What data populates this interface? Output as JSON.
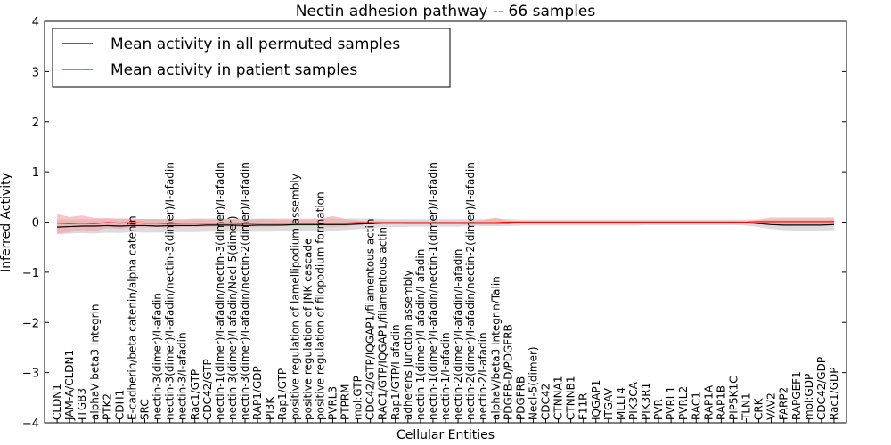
{
  "chart_data": {
    "type": "line",
    "title": "Nectin adhesion pathway -- 66 samples",
    "xlabel": "Cellular Entities",
    "ylabel": "Inferred Activity",
    "ylim": [
      -4,
      4
    ],
    "yticks": [
      -4,
      -3,
      -2,
      -1,
      0,
      1,
      2,
      3,
      4
    ],
    "ytick_labels": [
      "−4",
      "−3",
      "−2",
      "−1",
      "0",
      "1",
      "2",
      "3",
      "4"
    ],
    "grid": false,
    "legend_position": "top-left",
    "categories": [
      "CLDN1",
      "JAM-A/CLDN1",
      "ITGB3",
      "alphaV beta3 Integrin",
      "PTK2",
      "CDH1",
      "E-cadherin/beta catenin/alpha catenin",
      "SRC",
      "nectin-3(dimer)/I-afadin",
      "nectin-3(dimer)/I-afadin/nectin-3(dimer)/I-afadin",
      "nectin-3/I-afadin",
      "Rac1/GTP",
      "CDC42/GTP",
      "nectin-1(dimer)/I-afadin/nectin-3(dimer)/I-afadin",
      "nectin-3(dimer)/I-afadin/Necl-5(dimer)",
      "nectin-3(dimer)/I-afadin/nectin-2(dimer)/I-afadin",
      "RAP1/GDP",
      "PI3K",
      "Rap1/GTP",
      "positive regulation of lamellipodium assembly",
      "positive regulation of JNK cascade",
      "positive regulation of filopodium formation",
      "PVRL3",
      "PTPRM",
      "mol:GTP",
      "CDC42/GTP/IQGAP1/filamentous actin",
      "RAC1/GTP/IQGAP1/filamentous actin",
      "Rap1/GTP/I-afadin",
      "adherens junction assembly",
      "nectin-1(dimer)/I-afadin/I-afadin",
      "nectin-1(dimer)/I-afadin/nectin-1(dimer)/I-afadin",
      "nectin-1/I-afadin",
      "nectin-2(dimer)/I-afadin/I-afadin",
      "nectin-2(dimer)/I-afadin/nectin-2(dimer)/I-afadin",
      "nectin-2/I-afadin",
      "alphaV/beta3 Integrin/Talin",
      "PDGFB-D/PDGFRB",
      "PDGFRB",
      "Necl-5(dimer)",
      "CDC42",
      "CTNNA1",
      "CTNNB1",
      "F11R",
      "IQGAP1",
      "ITGAV",
      "MLLT4",
      "PIK3CA",
      "PIK3R1",
      "PVR",
      "PVRL1",
      "PVRL2",
      "RAC1",
      "RAP1A",
      "RAP1B",
      "PIP5K1C",
      "TLN1",
      "CRK",
      "VAV2",
      "FARP2",
      "RAPGEF1",
      "mol:GDP",
      "CDC42/GDP",
      "Rac1/GDP"
    ],
    "series": [
      {
        "name": "Mean activity in all permuted samples",
        "color": "#000000",
        "band_color": "#bfbfbf",
        "values": [
          -0.1,
          -0.09,
          -0.08,
          -0.08,
          -0.07,
          -0.08,
          -0.07,
          -0.07,
          -0.08,
          -0.07,
          -0.07,
          -0.07,
          -0.06,
          -0.06,
          -0.06,
          -0.07,
          -0.06,
          -0.06,
          -0.06,
          -0.05,
          -0.05,
          -0.05,
          -0.05,
          -0.05,
          -0.04,
          -0.03,
          -0.02,
          -0.02,
          -0.02,
          -0.02,
          -0.02,
          -0.02,
          -0.02,
          -0.02,
          -0.02,
          -0.02,
          -0.02,
          -0.01,
          -0.01,
          -0.01,
          -0.01,
          -0.01,
          -0.01,
          -0.01,
          -0.01,
          -0.01,
          -0.01,
          -0.01,
          -0.01,
          -0.01,
          -0.01,
          -0.01,
          -0.01,
          -0.01,
          -0.01,
          -0.01,
          -0.03,
          -0.05,
          -0.06,
          -0.06,
          -0.06,
          -0.06,
          -0.05
        ],
        "lower": [
          -0.24,
          -0.23,
          -0.22,
          -0.23,
          -0.21,
          -0.22,
          -0.2,
          -0.21,
          -0.21,
          -0.2,
          -0.2,
          -0.2,
          -0.19,
          -0.19,
          -0.19,
          -0.2,
          -0.19,
          -0.19,
          -0.18,
          -0.17,
          -0.17,
          -0.17,
          -0.17,
          -0.16,
          -0.14,
          -0.12,
          -0.1,
          -0.1,
          -0.09,
          -0.09,
          -0.09,
          -0.09,
          -0.09,
          -0.08,
          -0.08,
          -0.08,
          -0.08,
          -0.07,
          -0.07,
          -0.07,
          -0.07,
          -0.07,
          -0.07,
          -0.07,
          -0.07,
          -0.07,
          -0.07,
          -0.06,
          -0.06,
          -0.06,
          -0.06,
          -0.06,
          -0.06,
          -0.06,
          -0.06,
          -0.07,
          -0.1,
          -0.14,
          -0.16,
          -0.17,
          -0.17,
          -0.17,
          -0.16
        ],
        "upper": [
          0.05,
          0.05,
          0.06,
          0.06,
          0.06,
          0.06,
          0.06,
          0.06,
          0.06,
          0.06,
          0.06,
          0.07,
          0.07,
          0.07,
          0.07,
          0.06,
          0.07,
          0.07,
          0.07,
          0.07,
          0.07,
          0.07,
          0.07,
          0.07,
          0.07,
          0.07,
          0.06,
          0.06,
          0.06,
          0.06,
          0.06,
          0.06,
          0.06,
          0.06,
          0.06,
          0.06,
          0.06,
          0.05,
          0.05,
          0.05,
          0.05,
          0.05,
          0.05,
          0.05,
          0.05,
          0.05,
          0.05,
          0.05,
          0.05,
          0.05,
          0.05,
          0.05,
          0.05,
          0.05,
          0.05,
          0.05,
          0.05,
          0.05,
          0.05,
          0.05,
          0.05,
          0.05,
          0.05
        ]
      },
      {
        "name": "Mean activity in patient samples",
        "color": "#ff0000",
        "band_color": "#f4a0a0",
        "values": [
          -0.02,
          -0.03,
          -0.02,
          -0.03,
          -0.01,
          -0.02,
          -0.01,
          -0.02,
          -0.02,
          -0.03,
          -0.02,
          -0.02,
          -0.02,
          -0.02,
          -0.02,
          -0.03,
          -0.02,
          -0.02,
          -0.02,
          -0.02,
          -0.02,
          -0.02,
          -0.02,
          -0.02,
          -0.01,
          -0.01,
          -0.01,
          -0.01,
          -0.01,
          -0.01,
          -0.01,
          -0.01,
          -0.01,
          -0.01,
          -0.01,
          -0.01,
          0.0,
          0.0,
          0.0,
          0.0,
          0.0,
          0.0,
          0.0,
          0.0,
          0.0,
          0.0,
          0.0,
          0.0,
          0.0,
          0.0,
          0.0,
          0.0,
          0.0,
          0.0,
          0.0,
          0.0,
          0.01,
          0.01,
          0.01,
          0.01,
          0.01,
          0.01,
          0.01
        ],
        "lower": [
          -0.24,
          -0.2,
          -0.16,
          -0.18,
          -0.12,
          -0.14,
          -0.1,
          -0.11,
          -0.1,
          -0.12,
          -0.1,
          -0.1,
          -0.09,
          -0.09,
          -0.09,
          -0.1,
          -0.09,
          -0.09,
          -0.08,
          -0.08,
          -0.08,
          -0.08,
          -0.1,
          -0.09,
          -0.05,
          -0.04,
          -0.03,
          -0.03,
          -0.04,
          -0.04,
          -0.04,
          -0.04,
          -0.04,
          -0.05,
          -0.05,
          -0.05,
          -0.04,
          -0.02,
          -0.02,
          -0.02,
          -0.02,
          -0.02,
          -0.02,
          -0.02,
          -0.02,
          -0.02,
          -0.02,
          -0.02,
          -0.02,
          -0.02,
          -0.02,
          -0.02,
          -0.02,
          -0.02,
          -0.02,
          -0.02,
          -0.03,
          -0.04,
          -0.04,
          -0.04,
          -0.04,
          -0.04,
          -0.04
        ],
        "upper": [
          0.16,
          0.1,
          0.13,
          0.08,
          0.08,
          0.07,
          0.07,
          0.06,
          0.06,
          0.06,
          0.05,
          0.06,
          0.05,
          0.05,
          0.06,
          0.05,
          0.06,
          0.06,
          0.05,
          0.05,
          0.05,
          0.06,
          0.12,
          0.06,
          0.03,
          0.02,
          0.02,
          0.02,
          0.02,
          0.02,
          0.02,
          0.02,
          0.02,
          0.02,
          0.04,
          0.09,
          0.03,
          0.02,
          0.02,
          0.02,
          0.02,
          0.02,
          0.02,
          0.02,
          0.02,
          0.02,
          0.02,
          0.02,
          0.02,
          0.02,
          0.02,
          0.02,
          0.02,
          0.02,
          0.02,
          0.02,
          0.05,
          0.09,
          0.09,
          0.09,
          0.09,
          0.09,
          0.09
        ]
      }
    ]
  }
}
